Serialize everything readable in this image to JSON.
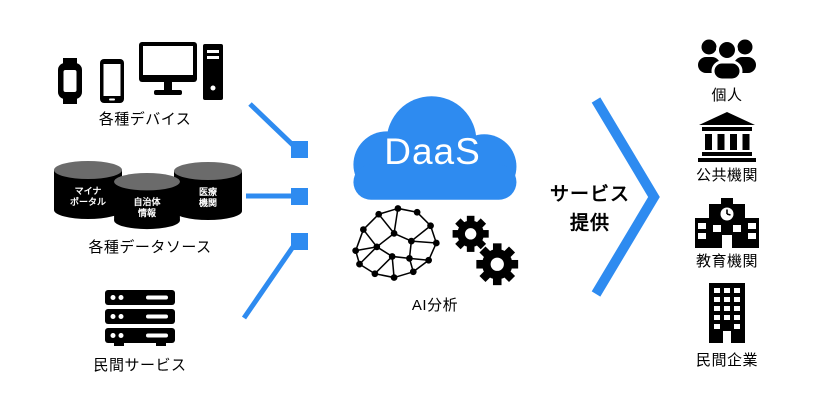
{
  "colors": {
    "accent": "#2E8BF0",
    "black": "#000000",
    "cylinder_top_gray": "#6b6b6b",
    "white": "#ffffff"
  },
  "sources": [
    {
      "id": "devices",
      "label": "各種デバイス",
      "icons": [
        "smartwatch-icon",
        "smartphone-icon",
        "desktop-pc-icon"
      ]
    },
    {
      "id": "datasources",
      "label": "各種データソース",
      "icons": [
        "database-cylinder-icon"
      ],
      "cylinders": [
        {
          "line1": "マイナ",
          "line2": "ポータル"
        },
        {
          "line1": "自治体",
          "line2": "情報"
        },
        {
          "line1": "医療",
          "line2": "機関"
        }
      ]
    },
    {
      "id": "private-services",
      "label": "民間サービス",
      "icons": [
        "server-icon"
      ]
    }
  ],
  "center": {
    "cloud_label": "DaaS",
    "analysis_label": "AI分析",
    "icons": [
      "cloud-icon",
      "neural-network-icon",
      "gears-icon"
    ]
  },
  "arrow": {
    "label_line1": "サービス",
    "label_line2": "提供",
    "icon": "chevron-right-arrow"
  },
  "recipients": [
    {
      "label": "個人",
      "icon": "people-icon"
    },
    {
      "label": "公共機関",
      "icon": "bank-icon"
    },
    {
      "label": "教育機関",
      "icon": "school-icon"
    },
    {
      "label": "民間企業",
      "icon": "office-building-icon"
    }
  ]
}
